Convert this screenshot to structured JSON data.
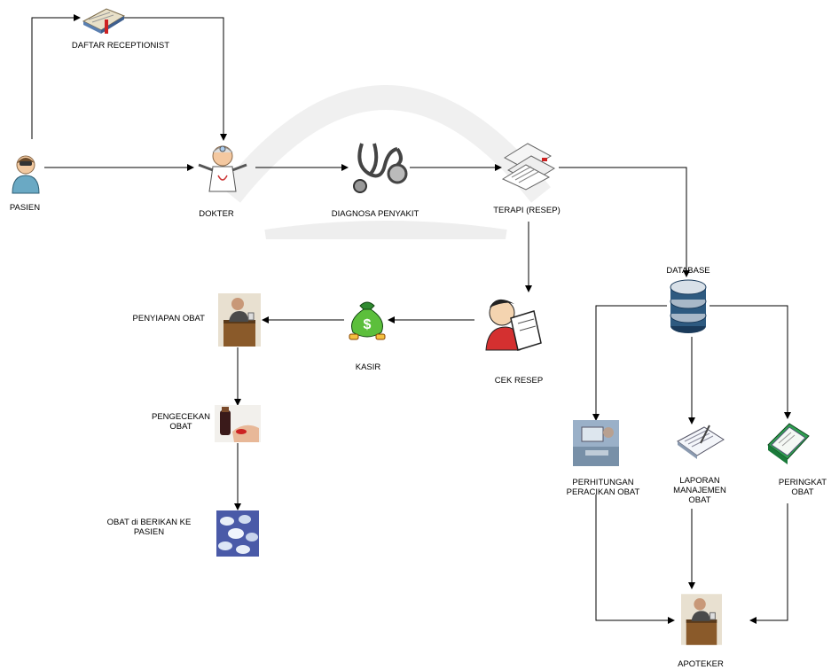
{
  "nodes": {
    "pasien": {
      "label": "PASIEN",
      "icon": "patient-icon"
    },
    "receptionist": {
      "label": "DAFTAR RECEPTIONIST",
      "icon": "register-book-icon"
    },
    "dokter": {
      "label": "DOKTER",
      "icon": "doctor-icon"
    },
    "diagnosa": {
      "label": "DIAGNOSA PENYAKIT",
      "icon": "stethoscope-icon"
    },
    "terapi": {
      "label": "TERAPI (RESEP)",
      "icon": "prescription-papers-icon"
    },
    "database": {
      "label": "DATABASE",
      "icon": "database-icon"
    },
    "cek_resep": {
      "label": "CEK RESEP",
      "icon": "reading-man-icon"
    },
    "kasir": {
      "label": "KASIR",
      "icon": "money-bag-icon"
    },
    "penyiapan": {
      "label": "PENYIAPAN OBAT",
      "icon": "pharmacist-photo-icon"
    },
    "pengecekan": {
      "line1": "PENGECEKAN",
      "line2": "OBAT",
      "icon": "medicine-check-photo-icon"
    },
    "diberikan": {
      "line1": "OBAT di BERIKAN KE",
      "line2": "PASIEN",
      "icon": "pills-photo-icon"
    },
    "perhitungan": {
      "line1": "PERHITUNGAN",
      "line2": "PERACIKAN OBAT",
      "icon": "computer-work-photo-icon"
    },
    "laporan": {
      "line1": "LAPORAN",
      "line2": "MANAJEMEN",
      "line3": "OBAT",
      "icon": "notepad-icon"
    },
    "peringkat": {
      "line1": "PERINGKAT",
      "line2": "OBAT",
      "icon": "green-book-icon"
    },
    "apoteker": {
      "label": "APOTEKER",
      "icon": "pharmacist-photo-icon"
    }
  }
}
